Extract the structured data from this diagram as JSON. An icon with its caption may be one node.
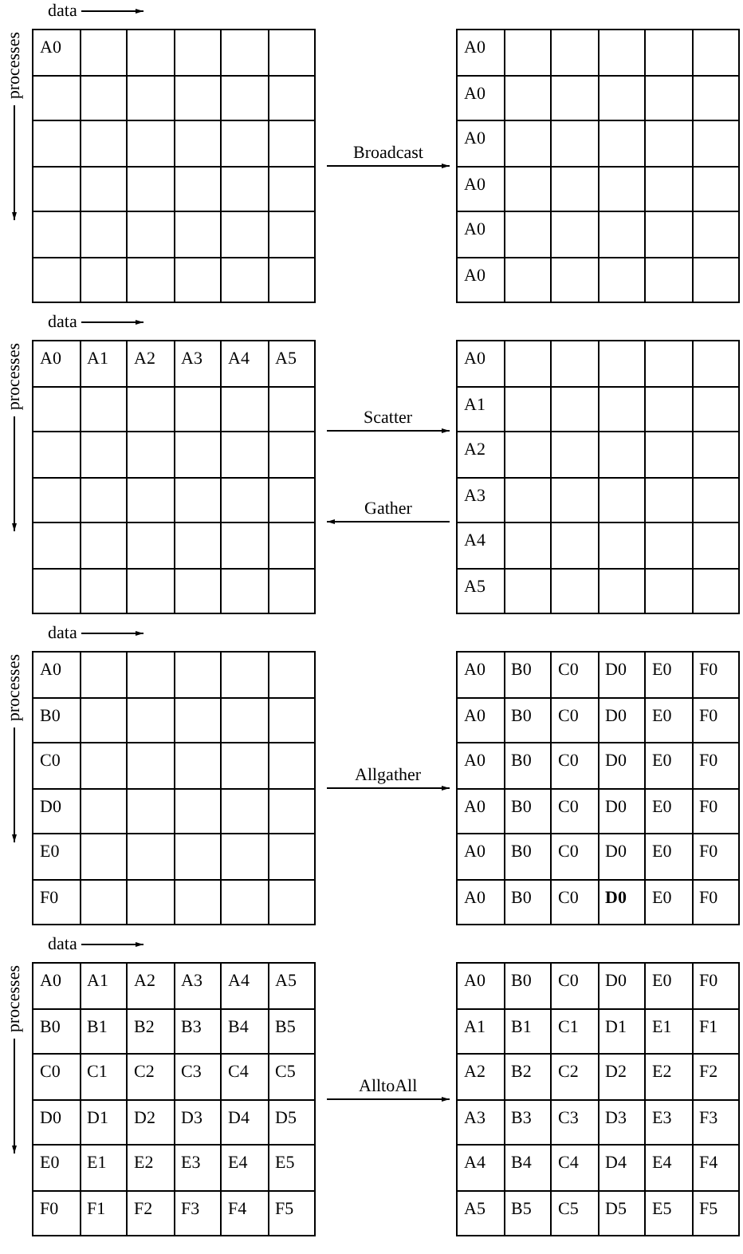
{
  "diagram": {
    "nodes": [
      {
        "text": [],
        "shape": "box"
      },
      {
        "text": [
          "A0"
        ],
        "in": 0
      },
      {
        "text": [],
        "shape": "box",
        "in": 0
      },
      {
        "text": [],
        "shape": "box",
        "in": 0
      },
      {
        "text": [],
        "shape": "box",
        "in": 0
      },
      {
        "text": [],
        "shape": "box",
        "in": 0
      },
      {
        "text": [],
        "shape": "box",
        "in": 0
      },
      {
        "text": [],
        "shape": "box",
        "in": 0
      },
      {
        "text": [],
        "shape": "box",
        "in": 0
      },
      {
        "text": [],
        "shape": "box",
        "in": 0
      },
      {
        "text": [],
        "shape": "box",
        "in": 0
      },
      {
        "text": [],
        "shape": "box",
        "in": 0
      },
      {
        "text": [],
        "shape": "box",
        "in": 0
      },
      {
        "text": [],
        "shape": "box",
        "in": 0
      },
      {
        "text": [],
        "shape": "box",
        "in": 0
      },
      {
        "text": [],
        "shape": "box",
        "in": 0
      },
      {
        "text": [],
        "shape": "box",
        "in": 0
      },
      {
        "text": [],
        "shape": "box",
        "in": 0
      },
      {
        "text": [],
        "shape": "box",
        "in": 0
      },
      {
        "text": [],
        "shape": "box",
        "in": 0
      },
      {
        "text": [],
        "shape": "box",
        "in": 0
      },
      {
        "text": [],
        "shape": "box",
        "in": 0
      },
      {
        "text": [],
        "shape": "box",
        "in": 0
      },
      {
        "text": [],
        "shape": "box",
        "in": 0
      },
      {
        "text": [],
        "shape": "box",
        "in": 0
      },
      {
        "text": [],
        "shape": "box",
        "in": 0
      },
      {
        "text": [],
        "shape": "box",
        "in": 0
      },
      {
        "text": [],
        "shape": "box",
        "in": 0
      },
      {
        "text": [],
        "shape": "box",
        "in": 0
      },
      {
        "text": [],
        "shape": "box",
        "in": 0
      },
      {
        "text": [],
        "shape": "box",
        "in": 0
      },
      {
        "text": [],
        "shape": "box",
        "in": 0
      },
      {
        "text": [],
        "shape": "box",
        "in": 0
      },
      {
        "text": [],
        "shape": "box",
        "in": 0
      },
      {
        "text": [],
        "shape": "box",
        "in": 0
      },
      {
        "text": [],
        "shape": "box",
        "in": 0
      },
      {
        "text": [],
        "shape": "box",
        "in": 0
      },
      {
        "text": [],
        "shape": "box"
      },
      {
        "text": [
          "A0"
        ],
        "in": 37
      },
      {
        "text": [],
        "shape": "box",
        "in": 37
      },
      {
        "text": [],
        "shape": "box",
        "in": 37
      },
      {
        "text": [],
        "shape": "box",
        "in": 37
      },
      {
        "text": [],
        "shape": "box",
        "in": 37
      },
      {
        "text": [],
        "shape": "box",
        "in": 37
      },
      {
        "text": [
          "A0"
        ],
        "in": 37
      },
      {
        "text": [],
        "shape": "box",
        "in": 37
      },
      {
        "text": [],
        "shape": "box",
        "in": 37
      },
      {
        "text": [],
        "shape": "box",
        "in": 37
      },
      {
        "text": [],
        "shape": "box",
        "in": 37
      },
      {
        "text": [],
        "shape": "box",
        "in": 37
      },
      {
        "text": [
          "A0"
        ],
        "in": 37
      },
      {
        "text": [],
        "shape": "box",
        "in": 37
      },
      {
        "text": [],
        "shape": "box",
        "in": 37
      },
      {
        "text": [],
        "shape": "box",
        "in": 37
      },
      {
        "text": [],
        "shape": "box",
        "in": 37
      },
      {
        "text": [],
        "shape": "box",
        "in": 37
      },
      {
        "text": [
          "A0"
        ],
        "in": 37
      },
      {
        "text": [],
        "shape": "box",
        "in": 37
      },
      {
        "text": [],
        "shape": "box",
        "in": 37
      },
      {
        "text": [],
        "shape": "box",
        "in": 37
      },
      {
        "text": [],
        "shape": "box",
        "in": 37
      },
      {
        "text": [],
        "shape": "box",
        "in": 37
      },
      {
        "text": [
          "A0"
        ],
        "in": 37
      },
      {
        "text": [],
        "shape": "box",
        "in": 37
      },
      {
        "text": [],
        "shape": "box",
        "in": 37
      },
      {
        "text": [],
        "shape": "box",
        "in": 37
      },
      {
        "text": [],
        "shape": "box",
        "in": 37
      },
      {
        "text": [],
        "shape": "box",
        "in": 37
      },
      {
        "text": [
          "A0"
        ],
        "in": 37
      },
      {
        "text": [],
        "shape": "box",
        "in": 37
      },
      {
        "text": [],
        "shape": "box",
        "in": 37
      },
      {
        "text": [],
        "shape": "box",
        "in": 37
      },
      {
        "text": [],
        "shape": "box",
        "in": 37
      },
      {
        "text": [],
        "shape": "box",
        "in": 37
      },
      {
        "text": [],
        "shape": "box"
      },
      {
        "text": [
          "A0"
        ],
        "in": 74
      },
      {
        "text": [
          "A1"
        ],
        "in": 74
      },
      {
        "text": [
          "A2"
        ],
        "in": 74
      },
      {
        "text": [
          "A3"
        ],
        "in": 74
      },
      {
        "text": [
          "A4"
        ],
        "in": 74
      },
      {
        "text": [
          "A5"
        ],
        "in": 74
      },
      {
        "text": [],
        "shape": "box",
        "in": 74
      },
      {
        "text": [],
        "shape": "box",
        "in": 74
      },
      {
        "text": [],
        "shape": "box",
        "in": 74
      },
      {
        "text": [],
        "shape": "box",
        "in": 74
      },
      {
        "text": [],
        "shape": "box",
        "in": 74
      },
      {
        "text": [],
        "shape": "box",
        "in": 74
      },
      {
        "text": [],
        "shape": "box",
        "in": 74
      },
      {
        "text": [],
        "shape": "box",
        "in": 74
      },
      {
        "text": [],
        "shape": "box",
        "in": 74
      },
      {
        "text": [],
        "shape": "box",
        "in": 74
      },
      {
        "text": [],
        "shape": "box",
        "in": 74
      },
      {
        "text": [],
        "shape": "box",
        "in": 74
      },
      {
        "text": [],
        "shape": "box",
        "in": 74
      },
      {
        "text": [],
        "shape": "box",
        "in": 74
      },
      {
        "text": [],
        "shape": "box",
        "in": 74
      },
      {
        "text": [],
        "shape": "box",
        "in": 74
      },
      {
        "text": [],
        "shape": "box",
        "in": 74
      },
      {
        "text": [],
        "shape": "box",
        "in": 74
      },
      {
        "text": [],
        "shape": "box",
        "in": 74
      },
      {
        "text": [],
        "shape": "box",
        "in": 74
      },
      {
        "text": [],
        "shape": "box",
        "in": 74
      },
      {
        "text": [],
        "shape": "box",
        "in": 74
      },
      {
        "text": [],
        "shape": "box",
        "in": 74
      },
      {
        "text": [],
        "shape": "box",
        "in": 74
      },
      {
        "text": [],
        "shape": "box",
        "in": 74
      },
      {
        "text": [],
        "shape": "box",
        "in": 74
      },
      {
        "text": [],
        "shape": "box",
        "in": 74
      },
      {
        "text": [],
        "shape": "box",
        "in": 74
      },
      {
        "text": [],
        "shape": "box",
        "in": 74
      },
      {
        "text": [],
        "shape": "box",
        "in": 74
      },
      {
        "text": [],
        "shape": "box"
      },
      {
        "text": [
          "A0"
        ],
        "in": 111
      },
      {
        "text": [],
        "shape": "box",
        "in": 111
      },
      {
        "text": [],
        "shape": "box",
        "in": 111
      },
      {
        "text": [],
        "shape": "box",
        "in": 111
      },
      {
        "text": [],
        "shape": "box",
        "in": 111
      },
      {
        "text": [],
        "shape": "box",
        "in": 111
      },
      {
        "text": [
          "A1"
        ],
        "in": 111
      },
      {
        "text": [],
        "shape": "box",
        "in": 111
      },
      {
        "text": [],
        "shape": "box",
        "in": 111
      },
      {
        "text": [],
        "shape": "box",
        "in": 111
      },
      {
        "text": [],
        "shape": "box",
        "in": 111
      },
      {
        "text": [],
        "shape": "box",
        "in": 111
      },
      {
        "text": [
          "A2"
        ],
        "in": 111
      },
      {
        "text": [],
        "shape": "box",
        "in": 111
      },
      {
        "text": [],
        "shape": "box",
        "in": 111
      },
      {
        "text": [],
        "shape": "box",
        "in": 111
      },
      {
        "text": [],
        "shape": "box",
        "in": 111
      },
      {
        "text": [],
        "shape": "box",
        "in": 111
      },
      {
        "text": [
          "A3"
        ],
        "in": 111
      },
      {
        "text": [],
        "shape": "box",
        "in": 111
      },
      {
        "text": [],
        "shape": "box",
        "in": 111
      },
      {
        "text": [],
        "shape": "box",
        "in": 111
      },
      {
        "text": [],
        "shape": "box",
        "in": 111
      },
      {
        "text": [],
        "shape": "box",
        "in": 111
      },
      {
        "text": [
          "A4"
        ],
        "in": 111
      },
      {
        "text": [],
        "shape": "box",
        "in": 111
      },
      {
        "text": [],
        "shape": "box",
        "in": 111
      },
      {
        "text": [],
        "shape": "box",
        "in": 111
      },
      {
        "text": [],
        "shape": "box",
        "in": 111
      },
      {
        "text": [],
        "shape": "box",
        "in": 111
      },
      {
        "text": [
          "A5"
        ],
        "in": 111
      },
      {
        "text": [],
        "shape": "box",
        "in": 111
      },
      {
        "text": [],
        "shape": "box",
        "in": 111
      },
      {
        "text": [],
        "shape": "box",
        "in": 111
      },
      {
        "text": [],
        "shape": "box",
        "in": 111
      },
      {
        "text": [],
        "shape": "box",
        "in": 111
      },
      {
        "text": [],
        "shape": "box"
      },
      {
        "text": [
          "A0"
        ],
        "in": 148
      },
      {
        "text": [],
        "shape": "box",
        "in": 148
      },
      {
        "text": [],
        "shape": "box",
        "in": 148
      },
      {
        "text": [],
        "shape": "box",
        "in": 148
      },
      {
        "text": [],
        "shape": "box",
        "in": 148
      },
      {
        "text": [],
        "shape": "box",
        "in": 148
      },
      {
        "text": [
          "B0"
        ],
        "in": 148
      },
      {
        "text": [],
        "shape": "box",
        "in": 148
      },
      {
        "text": [],
        "shape": "box",
        "in": 148
      },
      {
        "text": [],
        "shape": "box",
        "in": 148
      },
      {
        "text": [],
        "shape": "box",
        "in": 148
      },
      {
        "text": [],
        "shape": "box",
        "in": 148
      },
      {
        "text": [
          "C0"
        ],
        "in": 148
      },
      {
        "text": [],
        "shape": "box",
        "in": 148
      },
      {
        "text": [],
        "shape": "box",
        "in": 148
      },
      {
        "text": [],
        "shape": "box",
        "in": 148
      },
      {
        "text": [],
        "shape": "box",
        "in": 148
      },
      {
        "text": [],
        "shape": "box",
        "in": 148
      },
      {
        "text": [
          "D0"
        ],
        "in": 148
      },
      {
        "text": [],
        "shape": "box",
        "in": 148
      },
      {
        "text": [],
        "shape": "box",
        "in": 148
      },
      {
        "text": [],
        "shape": "box",
        "in": 148
      },
      {
        "text": [],
        "shape": "box",
        "in": 148
      },
      {
        "text": [],
        "shape": "box",
        "in": 148
      },
      {
        "text": [
          "E0"
        ],
        "in": 148
      },
      {
        "text": [],
        "shape": "box",
        "in": 148
      },
      {
        "text": [],
        "shape": "box",
        "in": 148
      },
      {
        "text": [],
        "shape": "box",
        "in": 148
      },
      {
        "text": [],
        "shape": "box",
        "in": 148
      },
      {
        "text": [],
        "shape": "box",
        "in": 148
      },
      {
        "text": [
          "F0"
        ],
        "in": 148
      },
      {
        "text": [],
        "shape": "box",
        "in": 148
      },
      {
        "text": [],
        "shape": "box",
        "in": 148
      },
      {
        "text": [],
        "shape": "box",
        "in": 148
      },
      {
        "text": [],
        "shape": "box",
        "in": 148
      },
      {
        "text": [],
        "shape": "box",
        "in": 148
      },
      {
        "text": [],
        "shape": "box"
      },
      {
        "text": [
          "A0"
        ],
        "in": 185
      },
      {
        "text": [
          "B0"
        ],
        "in": 185
      },
      {
        "text": [
          "C0"
        ],
        "in": 185
      },
      {
        "text": [
          "D0"
        ],
        "in": 185
      },
      {
        "text": [
          "E0"
        ],
        "in": 185
      },
      {
        "text": [
          "F0"
        ],
        "in": 185
      },
      {
        "text": [
          "A0"
        ],
        "in": 185
      },
      {
        "text": [
          "B0"
        ],
        "in": 185
      },
      {
        "text": [
          "C0"
        ],
        "in": 185
      },
      {
        "text": [
          "D0"
        ],
        "in": 185
      },
      {
        "text": [
          "E0"
        ],
        "in": 185
      },
      {
        "text": [
          "F0"
        ],
        "in": 185
      },
      {
        "text": [
          "A0"
        ],
        "in": 185
      },
      {
        "text": [
          "B0"
        ],
        "in": 185
      },
      {
        "text": [
          "C0"
        ],
        "in": 185
      },
      {
        "text": [
          "D0"
        ],
        "in": 185
      },
      {
        "text": [
          "E0"
        ],
        "in": 185
      },
      {
        "text": [
          "F0"
        ],
        "in": 185
      },
      {
        "text": [
          "A0"
        ],
        "in": 185
      },
      {
        "text": [
          "B0"
        ],
        "in": 185
      },
      {
        "text": [
          "C0"
        ],
        "in": 185
      },
      {
        "text": [
          "D0"
        ],
        "in": 185
      },
      {
        "text": [
          "E0"
        ],
        "in": 185
      },
      {
        "text": [
          "F0"
        ],
        "in": 185
      },
      {
        "text": [
          "A0"
        ],
        "in": 185
      },
      {
        "text": [
          "B0"
        ],
        "in": 185
      },
      {
        "text": [
          "C0"
        ],
        "in": 185
      },
      {
        "text": [
          "D0"
        ],
        "in": 185
      },
      {
        "text": [
          "E0"
        ],
        "in": 185
      },
      {
        "text": [
          "F0"
        ],
        "in": 185
      },
      {
        "text": [
          "A0"
        ],
        "in": 185
      },
      {
        "text": [
          "B0"
        ],
        "in": 185
      },
      {
        "text": [
          "C0"
        ],
        "in": 185
      },
      {
        "text": [
          "D0"
        ],
        "in": 185
      },
      {
        "text": [
          "E0"
        ],
        "in": 185
      },
      {
        "text": [
          "F0"
        ],
        "in": 185
      },
      {
        "text": [],
        "shape": "box"
      },
      {
        "text": [
          "A0"
        ],
        "in": 222
      },
      {
        "text": [
          "A1"
        ],
        "in": 222
      },
      {
        "text": [
          "A2"
        ],
        "in": 222
      },
      {
        "text": [
          "A3"
        ],
        "in": 222
      },
      {
        "text": [
          "A4"
        ],
        "in": 222
      },
      {
        "text": [
          "A5"
        ],
        "in": 222
      },
      {
        "text": [
          "B0"
        ],
        "in": 222
      },
      {
        "text": [
          "B1"
        ],
        "in": 222
      },
      {
        "text": [
          "B2"
        ],
        "in": 222
      },
      {
        "text": [
          "B3"
        ],
        "in": 222
      },
      {
        "text": [
          "B4"
        ],
        "in": 222
      },
      {
        "text": [
          "B5"
        ],
        "in": 222
      },
      {
        "text": [
          "C0"
        ],
        "in": 222
      },
      {
        "text": [
          "C1"
        ],
        "in": 222
      },
      {
        "text": [
          "C2"
        ],
        "in": 222
      },
      {
        "text": [
          "C3"
        ],
        "in": 222
      },
      {
        "text": [
          "C4"
        ],
        "in": 222
      },
      {
        "text": [
          "C5"
        ],
        "in": 222
      },
      {
        "text": [
          "D0"
        ],
        "in": 222
      },
      {
        "text": [
          "D1"
        ],
        "in": 222
      },
      {
        "text": [
          "D2"
        ],
        "in": 222
      },
      {
        "text": [
          "D3"
        ],
        "in": 222
      },
      {
        "text": [
          "D4"
        ],
        "in": 222
      },
      {
        "text": [
          "D5"
        ],
        "in": 222
      },
      {
        "text": [
          "E0"
        ],
        "in": 222
      },
      {
        "text": [
          "E1"
        ],
        "in": 222
      },
      {
        "text": [
          "E2"
        ],
        "in": 222
      },
      {
        "text": [
          "E3"
        ],
        "in": 222
      },
      {
        "text": [
          "E4"
        ],
        "in": 222
      },
      {
        "text": [
          "E5"
        ],
        "in": 222
      },
      {
        "text": [
          "F0"
        ],
        "in": 222
      },
      {
        "text": [
          "F1"
        ],
        "in": 222
      },
      {
        "text": [
          "F2"
        ],
        "in": 222
      },
      {
        "text": [
          "F3"
        ],
        "in": 222
      },
      {
        "text": [
          "F4"
        ],
        "in": 222
      },
      {
        "text": [
          "F5"
        ],
        "in": 222
      },
      {
        "text": [],
        "shape": "box"
      },
      {
        "text": [
          "A0"
        ],
        "in": 259
      },
      {
        "text": [
          "B0"
        ],
        "in": 259
      },
      {
        "text": [
          "C0"
        ],
        "in": 259
      },
      {
        "text": [
          "D0"
        ],
        "in": 259
      },
      {
        "text": [
          "E0"
        ],
        "in": 259
      },
      {
        "text": [
          "F0"
        ],
        "in": 259
      },
      {
        "text": [
          "A1"
        ],
        "in": 259
      },
      {
        "text": [
          "B1"
        ],
        "in": 259
      },
      {
        "text": [
          "C1"
        ],
        "in": 259
      },
      {
        "text": [
          "D1"
        ],
        "in": 259
      },
      {
        "text": [
          "E1"
        ],
        "in": 259
      },
      {
        "text": [
          "F1"
        ],
        "in": 259
      },
      {
        "text": [
          "A2"
        ],
        "in": 259
      },
      {
        "text": [
          "B2"
        ],
        "in": 259
      },
      {
        "text": [
          "C2"
        ],
        "in": 259
      },
      {
        "text": [
          "D2"
        ],
        "in": 259
      },
      {
        "text": [
          "E2"
        ],
        "in": 259
      },
      {
        "text": [
          "F2"
        ],
        "in": 259
      },
      {
        "text": [
          "A3"
        ],
        "in": 259
      },
      {
        "text": [
          "B3"
        ],
        "in": 259
      },
      {
        "text": [
          "C3"
        ],
        "in": 259
      },
      {
        "text": [
          "D3"
        ],
        "in": 259
      },
      {
        "text": [
          "E3"
        ],
        "in": 259
      },
      {
        "text": [
          "F3"
        ],
        "in": 259
      },
      {
        "text": [
          "A4"
        ],
        "in": 259
      },
      {
        "text": [
          "B4"
        ],
        "in": 259
      },
      {
        "text": [
          "C4"
        ],
        "in": 259
      },
      {
        "text": [
          "D4"
        ],
        "in": 259
      },
      {
        "text": [
          "E4"
        ],
        "in": 259
      },
      {
        "text": [
          "F4"
        ],
        "in": 259
      },
      {
        "text": [
          "A5"
        ],
        "in": 259
      },
      {
        "text": [
          "B5"
        ],
        "in": 259
      },
      {
        "text": [
          "C5"
        ],
        "in": 259
      },
      {
        "text": [
          "D5"
        ],
        "in": 259
      },
      {
        "text": [
          "E5"
        ],
        "in": 259
      },
      {
        "text": [
          "F5"
        ],
        "in": 259
      }
    ],
    "edges": [
      {
        "from": 0,
        "to": 37,
        "arrow": "to",
        "label": "Broadcast"
      },
      {
        "from": 74,
        "to": 111,
        "arrow": "to",
        "label": "Scatter"
      },
      {
        "from": 111,
        "to": 74,
        "arrow": "to",
        "label": "Gather"
      },
      {
        "from": 148,
        "to": 185,
        "arrow": "to",
        "label": "Allgather"
      },
      {
        "from": 222,
        "to": 259,
        "arrow": "to",
        "label": "AlltoAll"
      }
    ],
    "labels": [
      "data",
      "processes",
      "data",
      "processes",
      "data",
      "processes",
      "data",
      "processes"
    ]
  }
}
